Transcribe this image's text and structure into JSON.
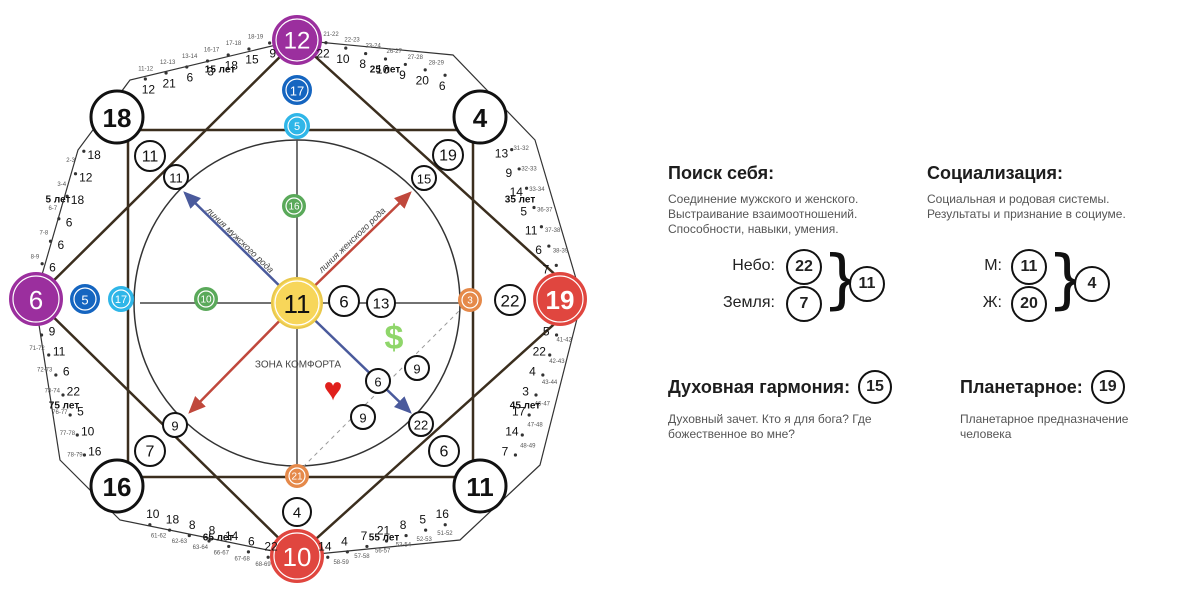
{
  "matrix": {
    "center": "11",
    "big": {
      "left": "6",
      "top": "12",
      "right": "19",
      "bottom": "10",
      "tl": "18",
      "tr": "4",
      "br": "11",
      "bl": "16"
    },
    "inner_left": [
      "5",
      "17",
      "10"
    ],
    "inner_top": [
      "17",
      "5",
      "16"
    ],
    "inner_right": [
      "6",
      "13",
      "3",
      "22"
    ],
    "inner_bottom": [
      "21",
      "4"
    ],
    "corner_tl": [
      "11",
      "11"
    ],
    "corner_tr": [
      "19",
      "15"
    ],
    "corner_br": [
      "22",
      "6"
    ],
    "corner_bl": [
      "9",
      "7"
    ],
    "diag_circles": [
      "9",
      "6",
      "9"
    ],
    "male_line": "линия мужского рода",
    "female_line": "линия женского рода",
    "comfort": "ЗОНА КОМФОРТА",
    "dollar": "$",
    "heart": "♥",
    "ages": {
      "a5": "5 лет",
      "a15": "15 лет",
      "a25": "25 лет",
      "a35": "35 лет",
      "a45": "45 лет",
      "a55": "55 лет",
      "a65": "65 лет",
      "a75": "75 лет"
    }
  },
  "ring": {
    "top_left": {
      "nums": [
        "12",
        "21",
        "6",
        "3",
        "18",
        "15",
        "9"
      ],
      "ranges": [
        "11-12",
        "12-13",
        "13-14",
        "16-17",
        "17-18",
        "18-19"
      ]
    },
    "top_right": {
      "nums": [
        "22",
        "10",
        "8",
        "16",
        "9",
        "20",
        "6"
      ],
      "ranges": [
        "21-22",
        "22-23",
        "23-24",
        "26-27",
        "27-28",
        "28-29"
      ]
    },
    "right_upper": {
      "nums": [
        "13",
        "9",
        "14",
        "5",
        "11",
        "6",
        "7"
      ],
      "ranges": [
        "31-32",
        "32-33",
        "33-34",
        "36-37",
        "37-38",
        "38-39"
      ]
    },
    "right_lower": {
      "nums": [
        "5",
        "22",
        "4",
        "3",
        "17",
        "14",
        "7"
      ],
      "ranges": [
        "41-42",
        "42-43",
        "43-44",
        "46-47",
        "47-48",
        "48-49"
      ]
    },
    "bottom_right": {
      "nums": [
        "16",
        "5",
        "8",
        "21",
        "7",
        "4",
        "14"
      ],
      "ranges": [
        "51-52",
        "52-53",
        "53-54",
        "56-57",
        "57-58",
        "58-59"
      ]
    },
    "bottom_left": {
      "nums": [
        "22",
        "6",
        "14",
        "8",
        "8",
        "18",
        "10"
      ],
      "ranges": [
        "68-69",
        "67-68",
        "66-67",
        "63-64",
        "62-63",
        "61-62"
      ]
    },
    "left_lower": {
      "nums": [
        "16",
        "10",
        "5",
        "22",
        "6",
        "11",
        "9"
      ],
      "ranges": [
        "78-79",
        "77-78",
        "76-77",
        "73-74",
        "72-73",
        "71-72"
      ]
    },
    "left_upper": {
      "nums": [
        "6",
        "6",
        "6",
        "18",
        "12",
        "18"
      ],
      "ranges": [
        "8-9",
        "7-8",
        "6-7",
        "3-4",
        "2-3"
      ]
    }
  },
  "panel": {
    "search": {
      "title": "Поиск себя:",
      "desc": [
        "Соединение мужского и женского.",
        "Выстраивание взаимоотношений.",
        "Способности, навыки, умения."
      ],
      "sky_label": "Небо:",
      "sky": "22",
      "earth_label": "Земля:",
      "earth": "7",
      "sum": "11"
    },
    "social": {
      "title": "Социализация:",
      "desc": [
        "Социальная и родовая системы.",
        "Результаты и признание в социуме."
      ],
      "m_label": "М:",
      "m": "11",
      "f_label": "Ж:",
      "f": "20",
      "sum": "4"
    },
    "spirit": {
      "title": "Духовная гармония:",
      "value": "15",
      "desc": [
        "Духовный зачет. Кто я для бога? Где",
        "божественное во мне?"
      ]
    },
    "planet": {
      "title": "Планетарное:",
      "value": "19",
      "desc": [
        "Планетарное предназначение",
        "человека"
      ]
    }
  },
  "colors": {
    "purple": "#9b2f9e",
    "red": "#e0463f",
    "blue": "#1565c0",
    "cyan": "#2fb6e8",
    "green": "#5aa95a",
    "yellow": "#f7d65a",
    "orange": "#e5894a",
    "line": "#3b2e1e",
    "male": "#4a5a9c",
    "female": "#c0483c"
  }
}
